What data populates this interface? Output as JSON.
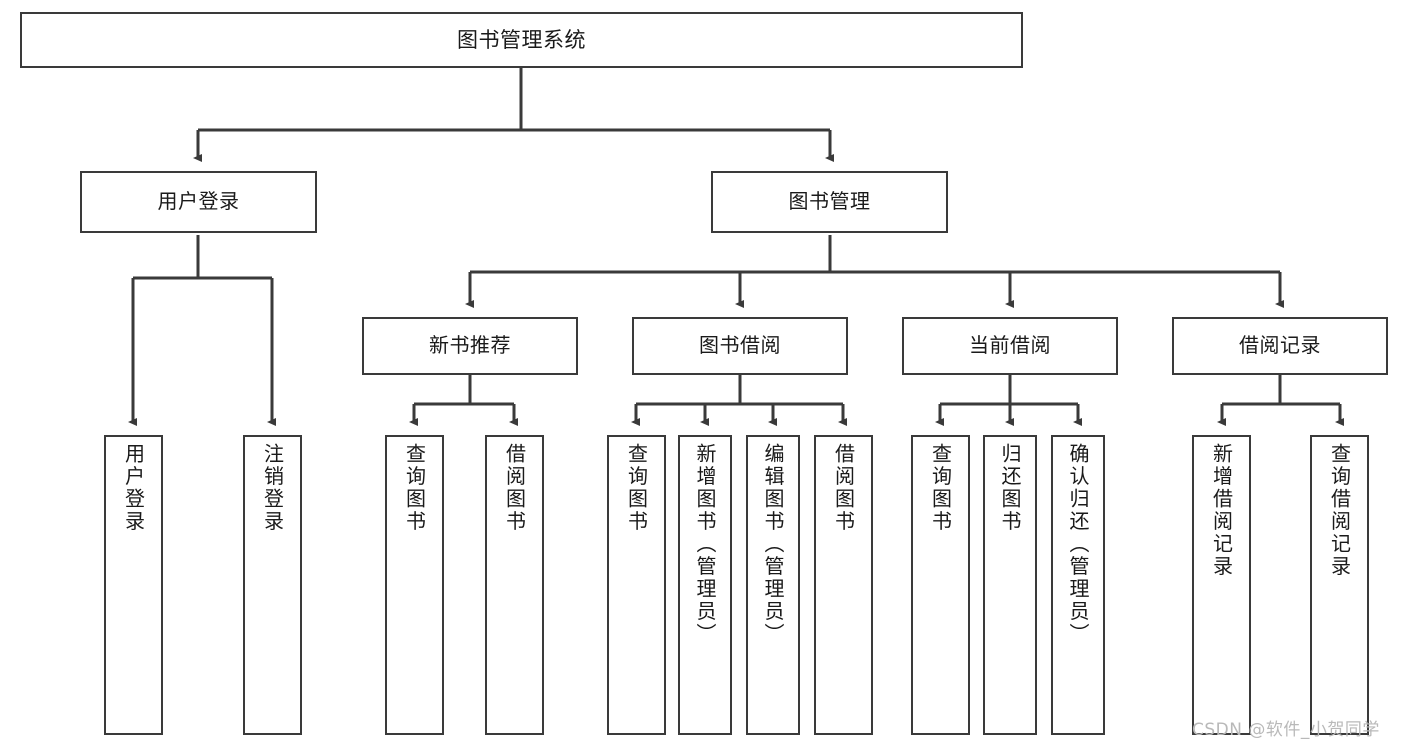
{
  "diagram": {
    "type": "tree-flowchart",
    "title": "图书管理系统",
    "root": {
      "label": "图书管理系统"
    },
    "level2": [
      {
        "label": "用户登录"
      },
      {
        "label": "图书管理"
      }
    ],
    "level3": [
      {
        "label": "新书推荐"
      },
      {
        "label": "图书借阅"
      },
      {
        "label": "当前借阅"
      },
      {
        "label": "借阅记录"
      }
    ],
    "leaves": [
      {
        "label": "用户登录"
      },
      {
        "label": "注销登录"
      },
      {
        "label": "查询图书"
      },
      {
        "label": "借阅图书"
      },
      {
        "label": "查询图书"
      },
      {
        "label": "新增图书（管理员）"
      },
      {
        "label": "编辑图书（管理员）"
      },
      {
        "label": "借阅图书"
      },
      {
        "label": "查询图书"
      },
      {
        "label": "归还图书"
      },
      {
        "label": "确认归还（管理员）"
      },
      {
        "label": "新增借阅记录"
      },
      {
        "label": "查询借阅记录"
      }
    ],
    "colors": {
      "box_border": "#3a3a3a",
      "box_fill": "#ffffff",
      "edge": "#3a3a3a",
      "text": "#1a1a1a",
      "watermark": "#b9b9b9",
      "background": "#ffffff"
    }
  },
  "watermark": {
    "text": "CSDN @软件_小贺同学"
  }
}
